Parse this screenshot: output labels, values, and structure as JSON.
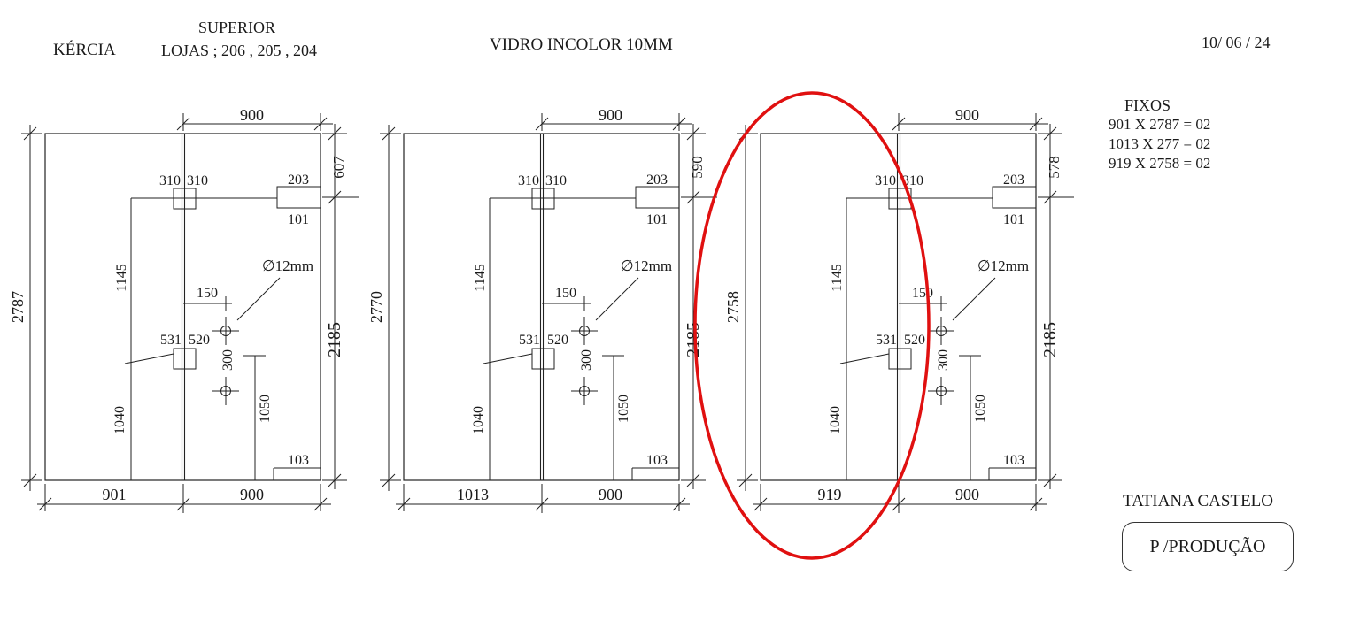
{
  "header": {
    "client": "KÉRCIA",
    "level": "SUPERIOR",
    "stores": "LOJAS ; 206 , 205 , 204",
    "material": "VIDRO INCOLOR 10MM",
    "date": "10/ 06 / 24"
  },
  "fixos": {
    "title": "FIXOS",
    "items": [
      "901 X 2787 = 02",
      "1013 X 277 = 02",
      "919 X 2758 = 02"
    ]
  },
  "signature": "TATIANA CASTELO",
  "stamp": "P /PRODUÇÃO",
  "highlight_color": "#e01010",
  "panels": [
    {
      "top_width": "900",
      "top_right": "607",
      "lock_left": "310",
      "lock_right": "310",
      "handle_top": "203",
      "handle_bottom": "101",
      "height_upper": "1145",
      "offset": "150",
      "hole": "∅12mm",
      "total_height": "2787",
      "right_height": "2185",
      "hole_spacing": "300",
      "lock_low_left": "531",
      "lock_low_right": "520",
      "height_lower": "1040",
      "handle_height": "1050",
      "bottom_notch": "103",
      "bottom_left": "901",
      "bottom_right": "900"
    },
    {
      "top_width": "900",
      "top_right": "590",
      "lock_left": "310",
      "lock_right": "310",
      "handle_top": "203",
      "handle_bottom": "101",
      "height_upper": "1145",
      "offset": "150",
      "hole": "∅12mm",
      "total_height": "2770",
      "right_height": "2185",
      "hole_spacing": "300",
      "lock_low_left": "531",
      "lock_low_right": "520",
      "height_lower": "1040",
      "handle_height": "1050",
      "bottom_notch": "103",
      "bottom_left": "1013",
      "bottom_right": "900"
    },
    {
      "top_width": "900",
      "top_right": "578",
      "lock_left": "310",
      "lock_right": "310",
      "handle_top": "203",
      "handle_bottom": "101",
      "height_upper": "1145",
      "offset": "150",
      "hole": "∅12mm",
      "total_height": "2758",
      "right_height": "2185",
      "hole_spacing": "300",
      "lock_low_left": "531",
      "lock_low_right": "520",
      "height_lower": "1040",
      "handle_height": "1050",
      "bottom_notch": "103",
      "bottom_left": "919",
      "bottom_right": "900"
    }
  ]
}
